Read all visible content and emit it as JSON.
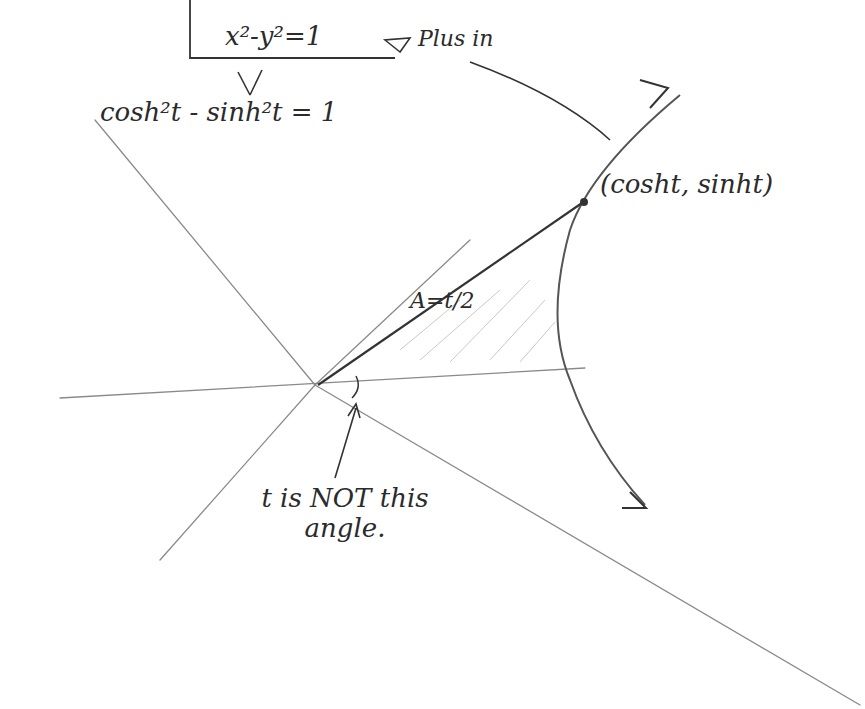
{
  "diagram": {
    "labels": [
      "x²-y²=1",
      "Plus in",
      "cosh²t - sinh²t = 1",
      "(cosht, sinht)",
      "A=t/2",
      "t is NOT this angle."
    ]
  }
}
